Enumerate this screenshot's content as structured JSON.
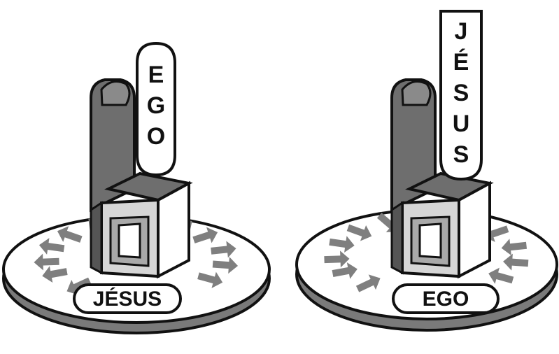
{
  "panels": [
    {
      "id": "ego-throne",
      "pillar_letters": [
        "E",
        "G",
        "O"
      ],
      "base_label": "JÉSUS",
      "arrows": "outward"
    },
    {
      "id": "jesus-throne",
      "pillar_letters": [
        "J",
        "É",
        "S",
        "U",
        "S"
      ],
      "base_label": "EGO",
      "arrows": "inward"
    }
  ],
  "colors": {
    "line": "#111111",
    "throne_dark": "#6e6e6e",
    "throne_mid": "#a9a9a9",
    "throne_light": "#d6d6d6",
    "arrow": "#7f7f7f",
    "disc_top": "#ffffff",
    "disc_side": "#7a7a7a"
  }
}
